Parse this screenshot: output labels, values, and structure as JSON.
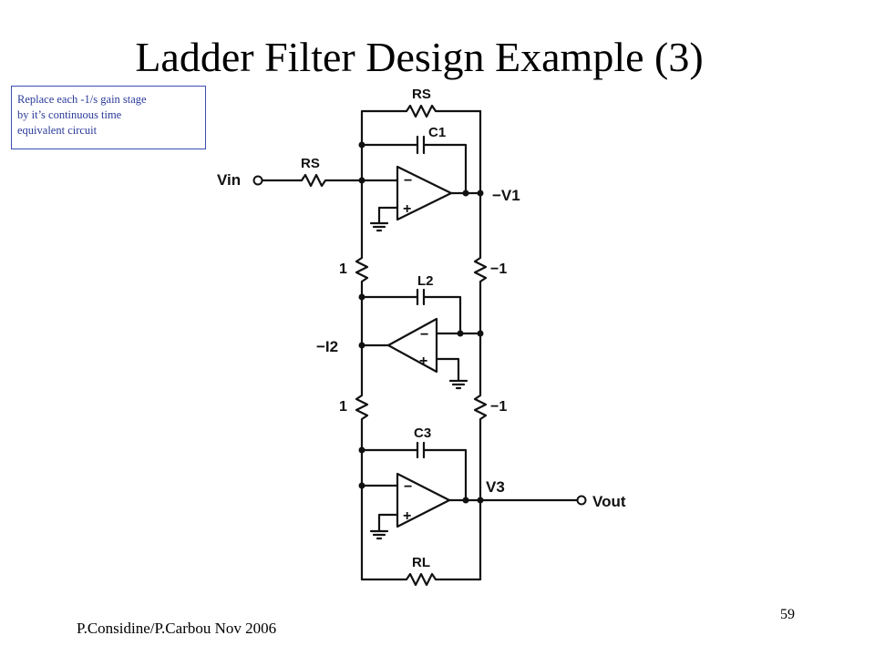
{
  "slide": {
    "title": "Ladder Filter Design Example (3)",
    "note_lines": [
      "Replace each -1/s gain stage",
      "by it’s continuous time",
      "equivalent circuit"
    ],
    "footer": "P.Considine/P.Carbou Nov 2006",
    "page_number": "59"
  },
  "circuit": {
    "labels": {
      "rs_top": "RS",
      "c1": "C1",
      "rs_in": "RS",
      "vin": "Vin",
      "v1": "−V1",
      "r1_left": "1",
      "r1_right": "−1",
      "l2": "L2",
      "i2": "−I2",
      "r2_left": "1",
      "r2_right": "−1",
      "c3": "C3",
      "v3": "V3",
      "vout": "Vout",
      "rl": "RL",
      "minus": "−",
      "plus": "+"
    }
  }
}
